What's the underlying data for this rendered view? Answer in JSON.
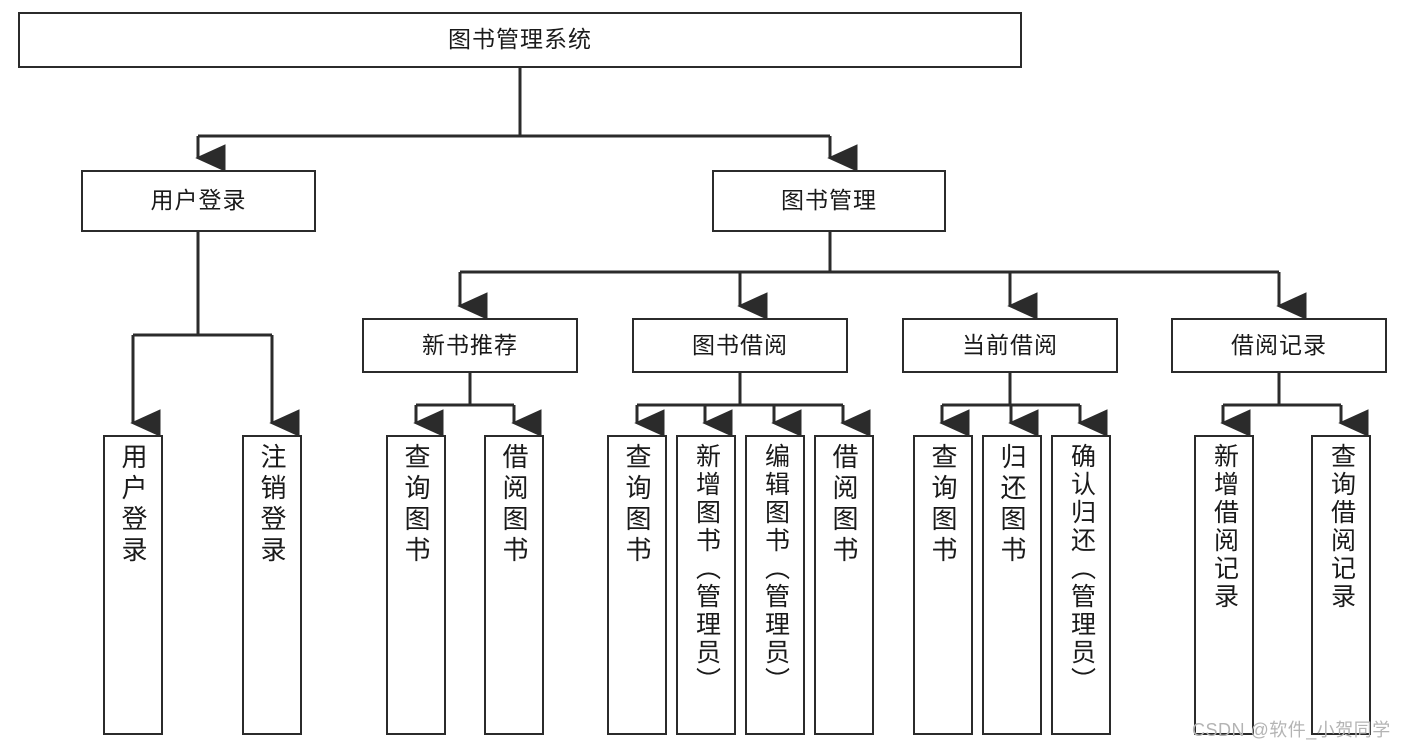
{
  "diagram": {
    "title": "图书管理系统",
    "watermark": "CSDN @软件_小贺同学",
    "stroke_color": "#2b2b2b",
    "background_color": "#ffffff",
    "text_color": "#1a1a1a",
    "watermark_color": "#b4b4b4"
  },
  "root": {
    "label": "图书管理系统"
  },
  "level1": [
    {
      "label": "用户登录"
    },
    {
      "label": "图书管理"
    }
  ],
  "level2": [
    {
      "label": "新书推荐"
    },
    {
      "label": "图书借阅"
    },
    {
      "label": "当前借阅"
    },
    {
      "label": "借阅记录"
    }
  ],
  "leaves": {
    "user_login": [
      {
        "label": "用户登录"
      },
      {
        "label": "注销登录"
      }
    ],
    "new_book_recommend": [
      {
        "label": "查询图书"
      },
      {
        "label": "借阅图书"
      }
    ],
    "book_borrow": [
      {
        "label": "查询图书"
      },
      {
        "label": "新增图书（管理员）"
      },
      {
        "label": "编辑图书（管理员）"
      },
      {
        "label": "借阅图书"
      }
    ],
    "current_borrow": [
      {
        "label": "查询图书"
      },
      {
        "label": "归还图书"
      },
      {
        "label": "确认归还（管理员）"
      }
    ],
    "borrow_record": [
      {
        "label": "新增借阅记录"
      },
      {
        "label": "查询借阅记录"
      }
    ]
  }
}
